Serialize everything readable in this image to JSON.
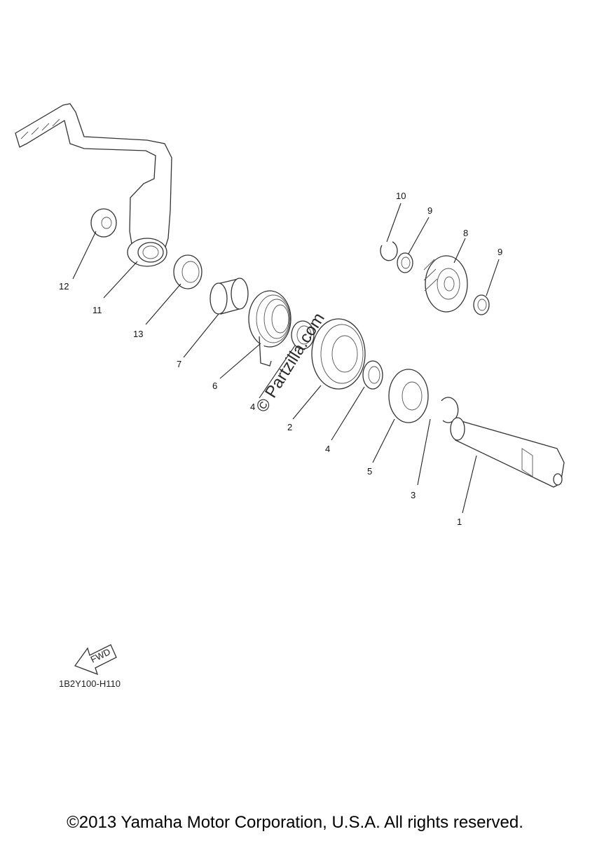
{
  "callouts": {
    "c1": "1",
    "c2": "2",
    "c3": "3",
    "c4a": "4",
    "c4b": "4",
    "c5": "5",
    "c6": "6",
    "c7": "7",
    "c8": "8",
    "c9a": "9",
    "c9b": "9",
    "c10": "10",
    "c11": "11",
    "c12": "12",
    "c13": "13"
  },
  "diagram_code": "1B2Y100-H110",
  "fwd_label": "FWD",
  "watermark": "© Partzilla.com",
  "copyright": "©2013 Yamaha Motor Corporation, U.S.A. All rights reserved.",
  "icons": [
    "fwd-arrow-icon"
  ]
}
